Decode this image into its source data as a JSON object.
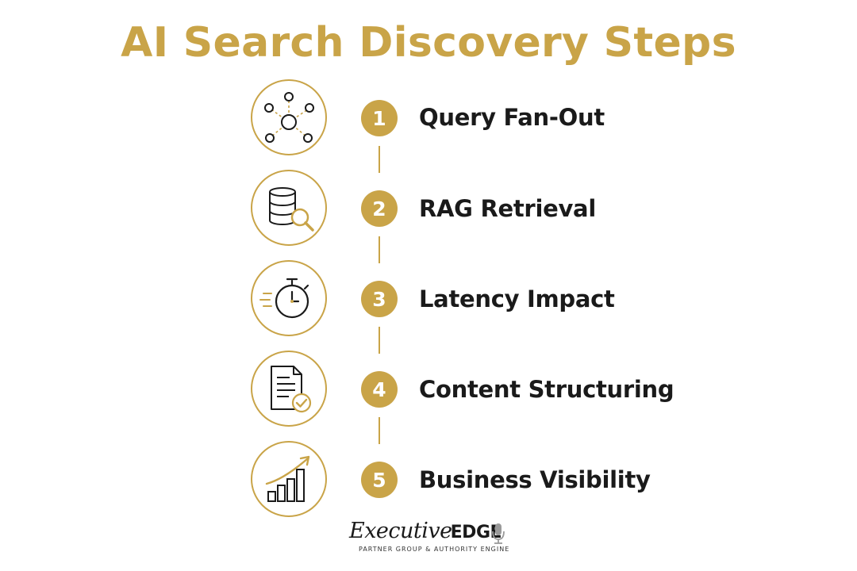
{
  "title": "AI Search Discovery Steps",
  "accent_color": "#c9a448",
  "text_color": "#1a1a1a",
  "steps": [
    {
      "number": "1",
      "label": "Query Fan-Out",
      "icon": "network-nodes-icon"
    },
    {
      "number": "2",
      "label": "RAG Retrieval",
      "icon": "database-search-icon"
    },
    {
      "number": "3",
      "label": "Latency Impact",
      "icon": "stopwatch-icon"
    },
    {
      "number": "4",
      "label": "Content Structuring",
      "icon": "document-check-icon"
    },
    {
      "number": "5",
      "label": "Business Visibility",
      "icon": "growth-chart-icon"
    }
  ],
  "brand": {
    "name_script": "Executive",
    "name_bold": "EDGE",
    "tagline": "PARTNER GROUP & AUTHORITY ENGINE",
    "icon": "microphone-icon"
  }
}
